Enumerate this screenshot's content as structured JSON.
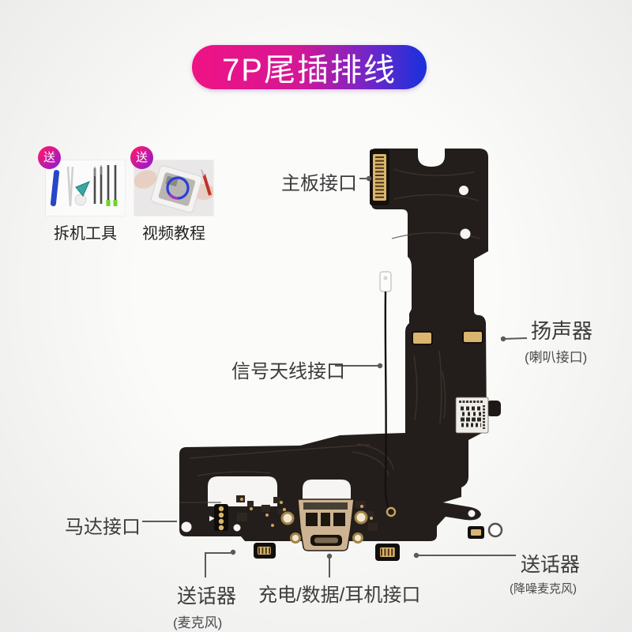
{
  "title": {
    "text": "7P尾插排线"
  },
  "freebies": {
    "badge_label": "送",
    "items": [
      {
        "caption": "拆机工具"
      },
      {
        "caption": "视频教程"
      }
    ]
  },
  "callouts": {
    "motherboard": {
      "label": "主板接口"
    },
    "antenna": {
      "label": "信号天线接口"
    },
    "speaker": {
      "label": "扬声器",
      "sub": "(喇叭接口)"
    },
    "motor": {
      "label": "马达接口"
    },
    "mic_left": {
      "label": "送话器",
      "sub": "(麦克风)"
    },
    "charging": {
      "label": "充电/数据/耳机接口"
    },
    "mic_right": {
      "label": "送话器",
      "sub": "(降噪麦克风)"
    }
  },
  "colors": {
    "banner_pink": "#f01384",
    "banner_blue": "#1631dd",
    "badge_gradient_start": "#ef1979",
    "badge_gradient_end": "#8a1bd8",
    "label_text": "#3c3c3c",
    "leader_line": "#5a5a5a",
    "flex_body": "#231e1b",
    "connector_gold": "#dab56f"
  }
}
